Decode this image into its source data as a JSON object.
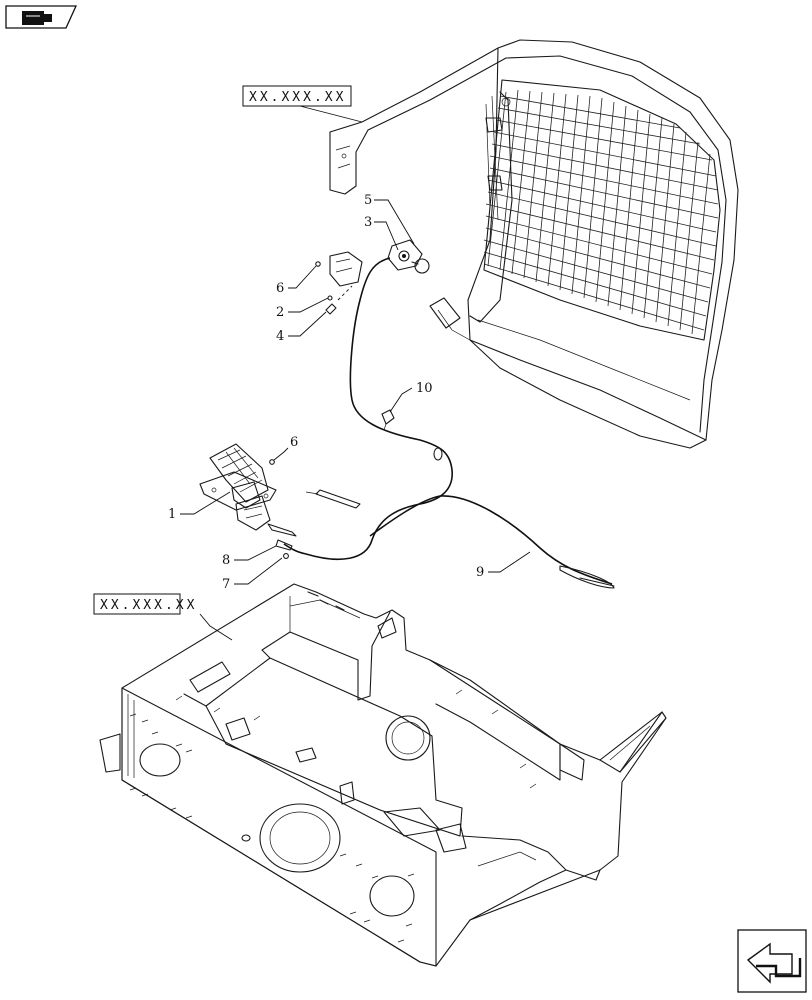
{
  "refs": {
    "upper": "XX.XXX.XX",
    "lower": "XX.XXX.XX"
  },
  "callouts": {
    "c1": "1",
    "c2": "2",
    "c3": "3",
    "c4": "4",
    "c5": "5",
    "c6a": "6",
    "c6b": "6",
    "c7": "7",
    "c8": "8",
    "c9": "9",
    "c10": "10"
  },
  "icons": {
    "top_left": "book-arrow-icon",
    "bottom_right": "next-page-arrow-icon"
  }
}
